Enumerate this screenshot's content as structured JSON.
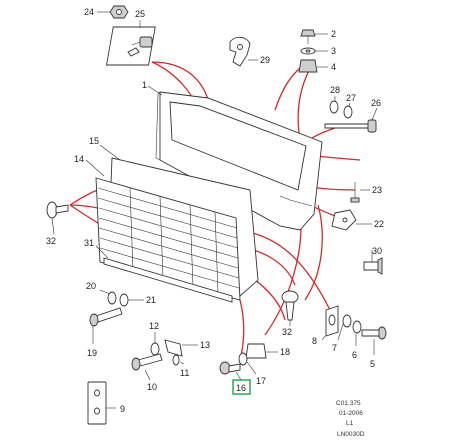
{
  "callouts": [
    {
      "id": "c24",
      "label": "24"
    },
    {
      "id": "c25",
      "label": "25"
    },
    {
      "id": "c2",
      "label": "2"
    },
    {
      "id": "c3",
      "label": "3"
    },
    {
      "id": "c4",
      "label": "4"
    },
    {
      "id": "c29",
      "label": "29"
    },
    {
      "id": "c1",
      "label": "1"
    },
    {
      "id": "c28",
      "label": "28"
    },
    {
      "id": "c27",
      "label": "27"
    },
    {
      "id": "c26",
      "label": "26"
    },
    {
      "id": "c15",
      "label": "15"
    },
    {
      "id": "c14",
      "label": "14"
    },
    {
      "id": "c23",
      "label": "23"
    },
    {
      "id": "c32a",
      "label": "32"
    },
    {
      "id": "c22",
      "label": "22"
    },
    {
      "id": "c31",
      "label": "31"
    },
    {
      "id": "c30",
      "label": "30"
    },
    {
      "id": "c20",
      "label": "20"
    },
    {
      "id": "c21",
      "label": "21"
    },
    {
      "id": "c32b",
      "label": "32"
    },
    {
      "id": "c19",
      "label": "19"
    },
    {
      "id": "c12",
      "label": "12"
    },
    {
      "id": "c13",
      "label": "13"
    },
    {
      "id": "c11",
      "label": "11"
    },
    {
      "id": "c10",
      "label": "10"
    },
    {
      "id": "c18",
      "label": "18"
    },
    {
      "id": "c17",
      "label": "17"
    },
    {
      "id": "c16",
      "label": "16"
    },
    {
      "id": "c8",
      "label": "8"
    },
    {
      "id": "c7",
      "label": "7"
    },
    {
      "id": "c6",
      "label": "6"
    },
    {
      "id": "c5",
      "label": "5"
    },
    {
      "id": "c9",
      "label": "9"
    }
  ],
  "highlighted_part": "16",
  "caption": {
    "line1": "C01.375",
    "line2": "01-2006",
    "line3": "L1",
    "line4": "LN0030D"
  },
  "colors": {
    "link_lines": "#d8282a",
    "highlight": "#1aa64a",
    "line_art": "#333333"
  }
}
